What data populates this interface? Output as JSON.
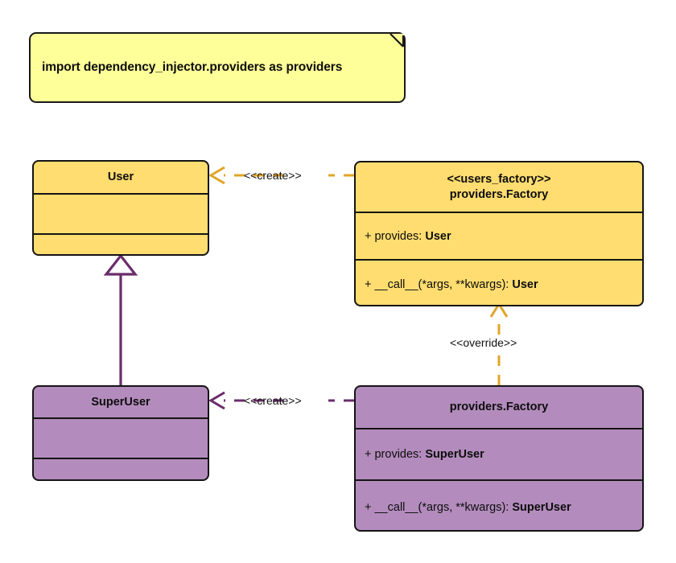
{
  "diagram": {
    "type": "uml-class-diagram",
    "background": "#ffffff",
    "colors": {
      "note_fill": "#ffff99",
      "yellow_fill": "#ffdd70",
      "purple_fill": "#b38cbd",
      "outline": "#141414",
      "create_edge_top": "#e0a526",
      "create_edge_bottom": "#6b2d6b",
      "inheritance_edge": "#6b2d6b",
      "override_edge": "#e0a526"
    }
  },
  "note": {
    "text": "import dependency_injector.providers as providers"
  },
  "classes": {
    "user": {
      "name": "User",
      "attributes": [],
      "methods": []
    },
    "users_factory": {
      "stereotype": "<<users_factory>>",
      "name": "providers.Factory",
      "attributes": [
        "+ provides: User"
      ],
      "attribute_parts": [
        {
          "plain": "+ provides: ",
          "bold": "User"
        }
      ],
      "methods": [
        "+ __call__(*args, **kwargs): User"
      ],
      "method_parts": [
        {
          "plain": "+ __call__(*args, **kwargs): ",
          "bold": "User"
        }
      ]
    },
    "superuser": {
      "name": "SuperUser",
      "attributes": [],
      "methods": []
    },
    "superuser_factory": {
      "name": "providers.Factory",
      "attributes": [
        "+ provides: SuperUser"
      ],
      "attribute_parts": [
        {
          "plain": "+ provides: ",
          "bold": "SuperUser"
        }
      ],
      "methods": [
        "+ __call__(*args, **kwargs): SuperUser"
      ],
      "method_parts": [
        {
          "plain": "+ __call__(*args, **kwargs): ",
          "bold": "SuperUser"
        }
      ]
    }
  },
  "edges": {
    "create_user": {
      "label": "<<create>>",
      "from": "users_factory",
      "to": "User",
      "style": "dashed",
      "arrow": "open",
      "color": "#e0a526"
    },
    "create_superuser": {
      "label": "<<create>>",
      "from": "providers.Factory",
      "to": "SuperUser",
      "style": "dashed",
      "arrow": "open",
      "color": "#6b2d6b"
    },
    "override": {
      "label": "<<override>>",
      "from": "providers.Factory",
      "to": "users_factory",
      "style": "dashed",
      "arrow": "open",
      "color": "#e0a526"
    },
    "inheritance": {
      "label": "",
      "from": "SuperUser",
      "to": "User",
      "style": "solid",
      "arrow": "hollow-triangle",
      "color": "#6b2d6b"
    }
  }
}
